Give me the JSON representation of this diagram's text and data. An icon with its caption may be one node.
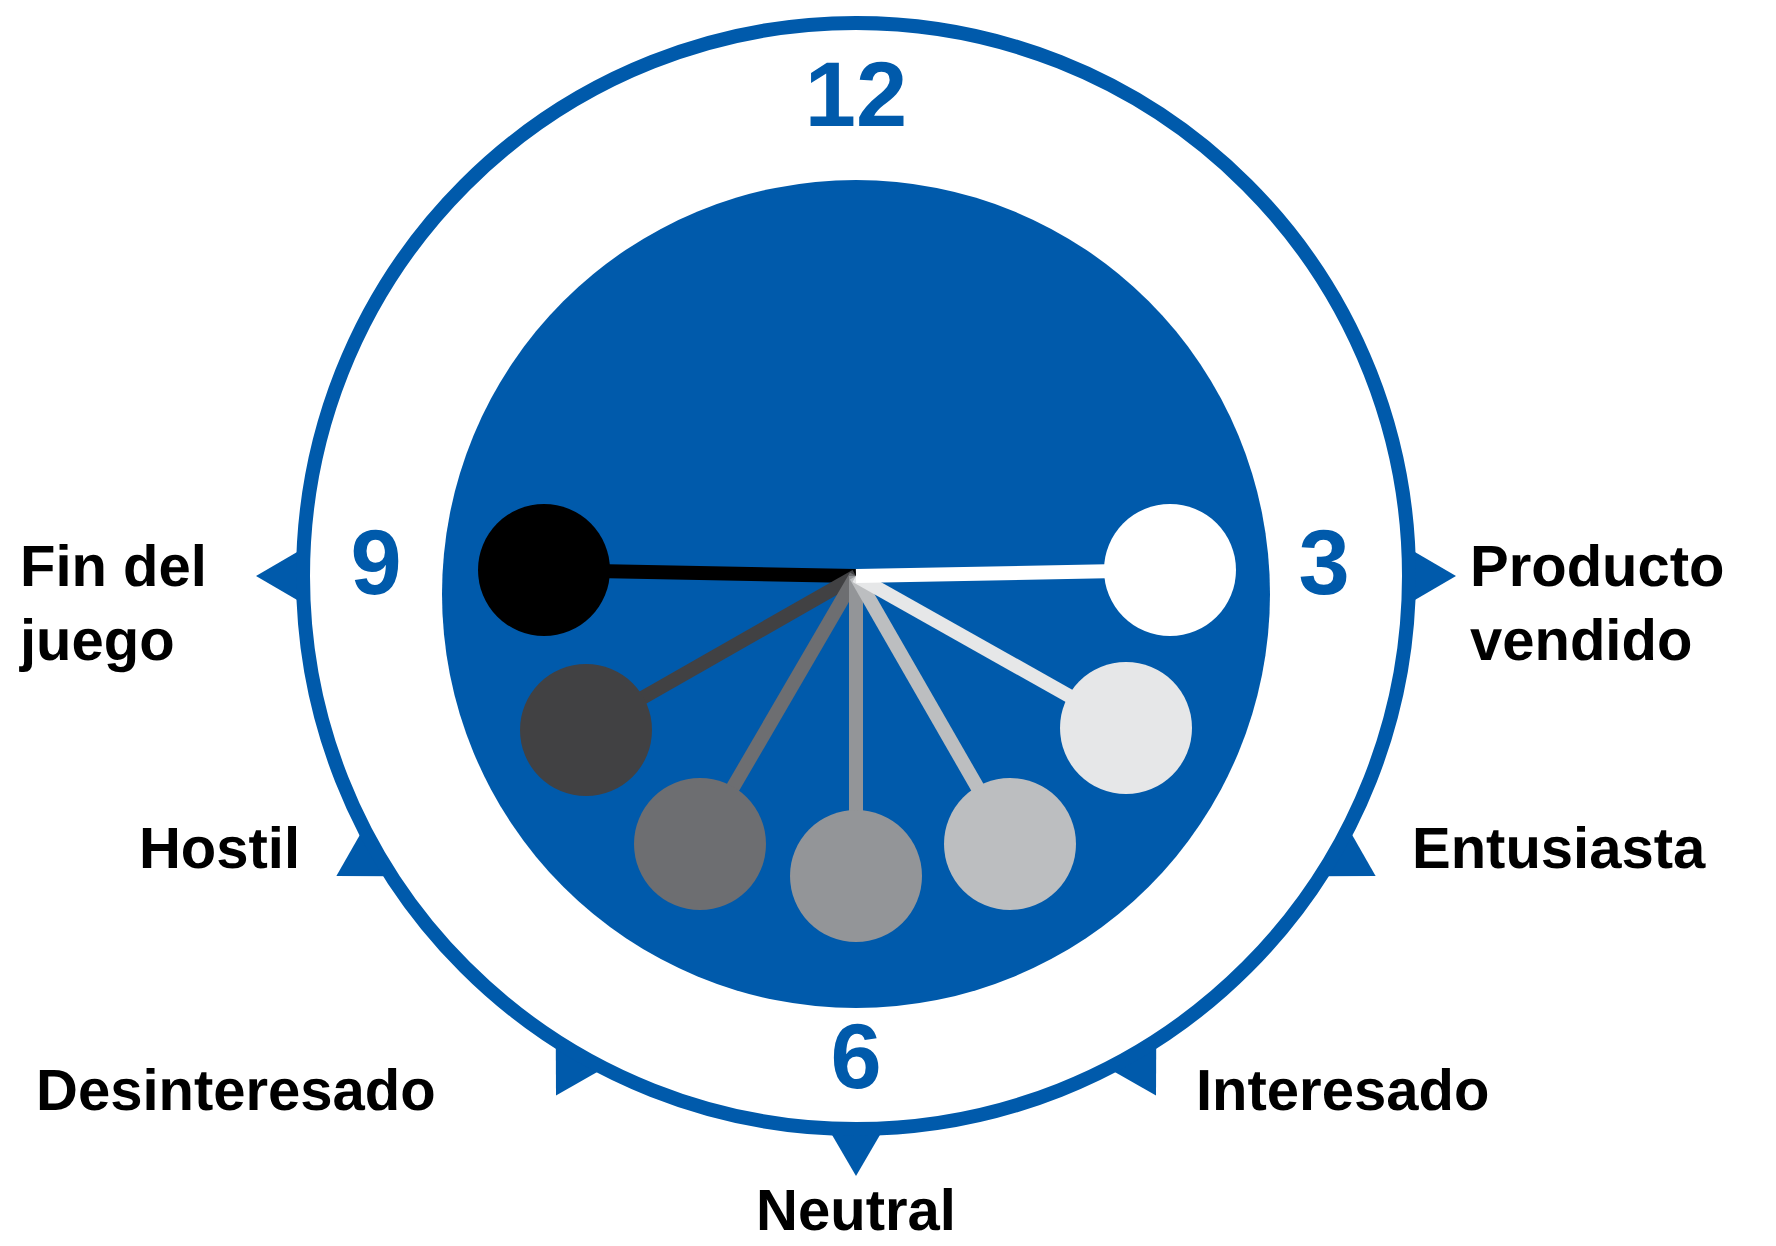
{
  "diagram": {
    "nodes": [
      {
        "text": [],
        "shape": "circle"
      },
      {
        "text": [],
        "shape": "circle",
        "in": 0
      },
      {
        "text": [],
        "shape": "circle",
        "in": 1
      },
      {
        "text": [],
        "shape": "circle",
        "in": 1
      },
      {
        "text": [],
        "shape": "circle",
        "in": 1
      },
      {
        "text": [],
        "shape": "circle",
        "in": 1
      },
      {
        "text": [],
        "shape": "circle",
        "in": 1
      },
      {
        "text": [],
        "shape": "circle",
        "in": 1
      },
      {
        "text": [],
        "shape": "circle",
        "in": 1
      }
    ],
    "labels": [
      "12",
      "Fin del juego",
      "9",
      "3",
      "Producto vendido",
      "Hostil",
      "Entusiasta",
      "Desinteresado",
      "6",
      "Interesado",
      "Neutral"
    ]
  }
}
